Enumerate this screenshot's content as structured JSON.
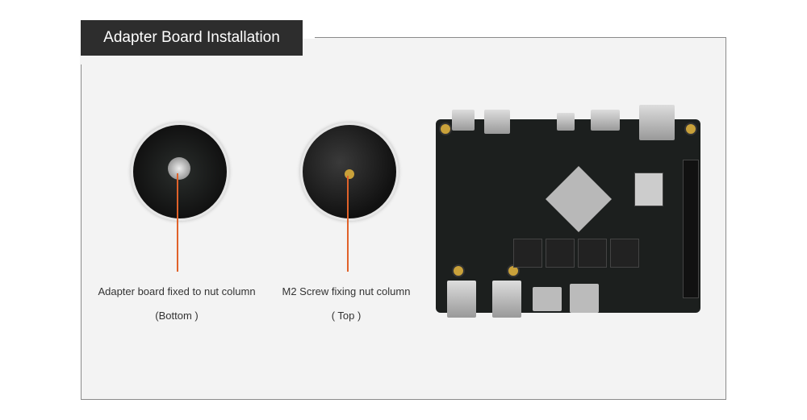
{
  "title": "Adapter Board Installation",
  "left": {
    "caption": "Adapter board fixed to nut column",
    "sub": "(Bottom )"
  },
  "right": {
    "caption": "M2 Screw fixing nut column",
    "sub": "( Top )"
  },
  "colors": {
    "accent": "#e0622a",
    "title_bg": "#2d2d2d",
    "panel_bg": "#f3f3f3"
  }
}
